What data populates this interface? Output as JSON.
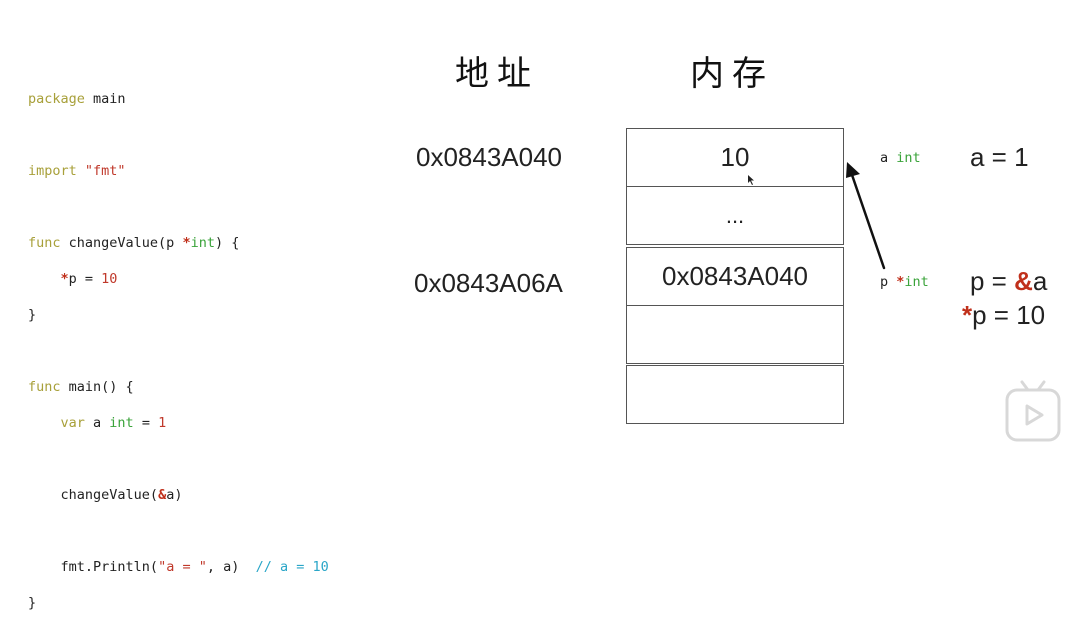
{
  "code": {
    "line1_kw": "package",
    "line1_rest": " main",
    "line2_kw": "import",
    "line2_str": "\"fmt\"",
    "line3_kw": "func",
    "line3_a": " changeValue(p ",
    "line3_star": "*",
    "line3_type": "int",
    "line3_b": ") {",
    "line4_star": "*",
    "line4_a": "p = ",
    "line4_num": "10",
    "line5": "}",
    "line6_kw": "func",
    "line6_a": " main() {",
    "line7_kw": "var",
    "line7_a": " a ",
    "line7_type": "int",
    "line7_b": " = ",
    "line7_num": "1",
    "line8_a": "changeValue(",
    "line8_amp": "&",
    "line8_b": "a)",
    "line9_a": "fmt.Println(",
    "line9_str": "\"a = \"",
    "line9_b": ", a)",
    "line9_comment": "// a = 10",
    "line10": "}"
  },
  "headings": {
    "address": "地址",
    "memory": "内存"
  },
  "addresses": {
    "a": "0x0843A040",
    "p": "0x0843A06A"
  },
  "memory_cells": {
    "cell1": "10",
    "cell2": "...",
    "cell3": "0x0843A040",
    "cell4": "",
    "cell5": ""
  },
  "var_a": {
    "name": "a",
    "type": "int",
    "expr": "a = 1"
  },
  "var_p": {
    "name": "p",
    "star": "*",
    "type": "int",
    "expr_a_left": "p = ",
    "expr_a_amp": "&",
    "expr_a_right": "a",
    "expr_b_star": "*",
    "expr_b_rest": "p = 10"
  },
  "colors": {
    "keyword": "#a8a03a",
    "string": "#c0392b",
    "type": "#3aa33a",
    "comment": "#2aa6c8",
    "operator": "#c0301b"
  },
  "watermark_icon": "bilibili-tv-icon"
}
